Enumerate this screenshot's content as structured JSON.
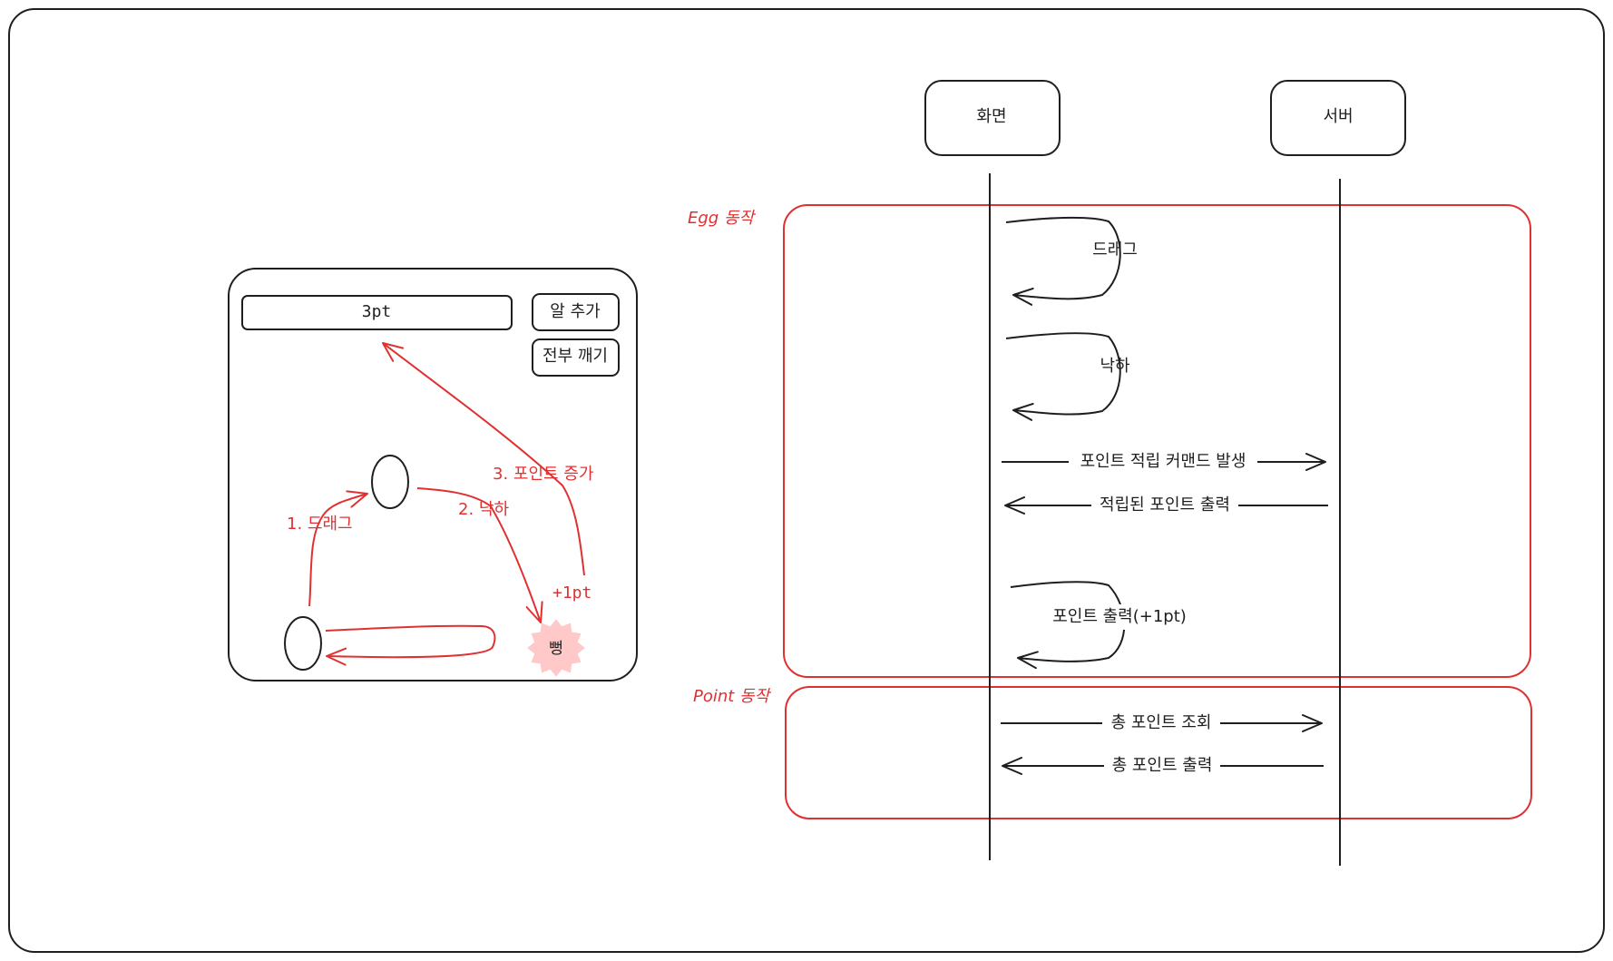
{
  "colors": {
    "ink": "#1e1e1e",
    "accent_red": "#e03131",
    "burst_fill": "#ffc9c9"
  },
  "mockup": {
    "points_display": "3pt",
    "add_egg_button": "알 추가",
    "break_all_button": "전부 깨기",
    "burst_label": "뻥",
    "steps": {
      "drag": "1. 드래그",
      "drop": "2. 낙하",
      "increase": "3. 포인트 증가",
      "plus_point": "+1pt"
    }
  },
  "sequence": {
    "participants": {
      "screen": "화면",
      "server": "서버"
    },
    "groups": {
      "egg": {
        "label": "Egg 동작",
        "messages": {
          "drag": "드래그",
          "drop": "낙하",
          "command": "포인트 적립 커맨드 발생",
          "output": "적립된 포인트 출력",
          "self_output": "포인트 출력(+1pt)"
        }
      },
      "point": {
        "label": "Point 동작",
        "messages": {
          "query": "총 포인트 조회",
          "output": "총 포인트 출력"
        }
      }
    }
  }
}
